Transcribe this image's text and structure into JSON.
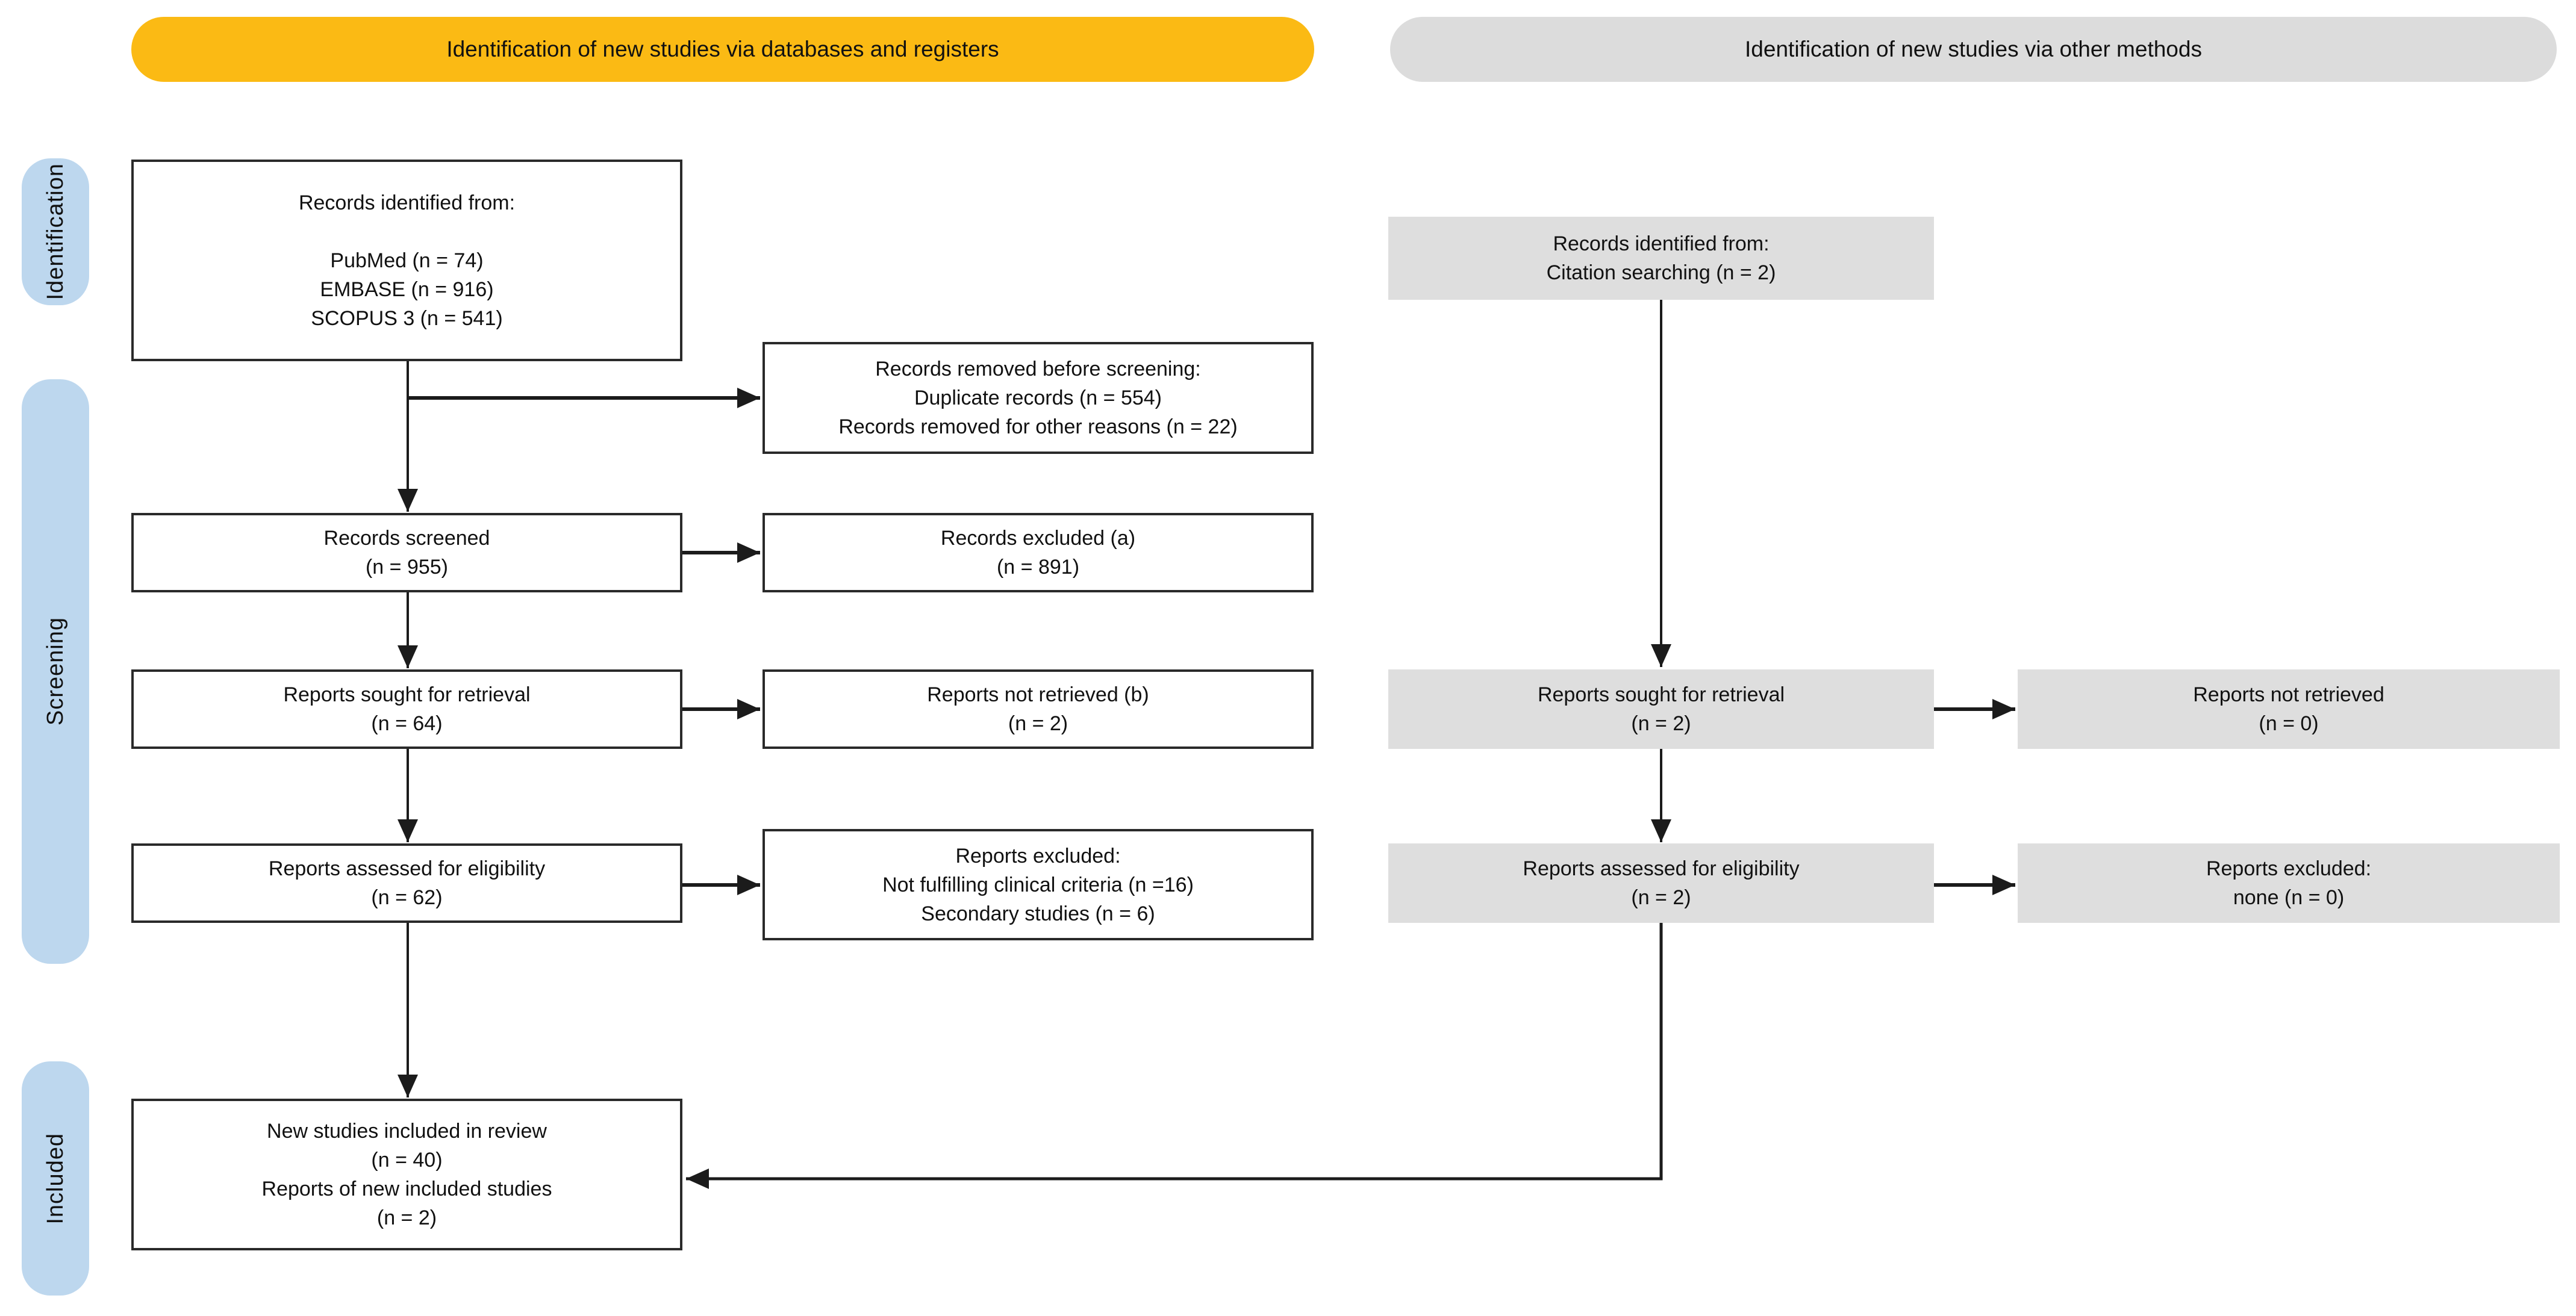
{
  "diagram": {
    "header_left": "Identification of new studies via databases and registers",
    "header_right": "Identification of new studies via other methods"
  },
  "stages": {
    "identification": "Identification",
    "screening": "Screening",
    "included": "Included"
  },
  "colors": {
    "header_left_bg": "#FBBA14",
    "header_right_bg": "#DCDCDC",
    "stage_bg": "#BDD7EE",
    "gray_box_bg": "#DEDEDE",
    "line": "#1B1B1B"
  },
  "boxes": {
    "records_identified": "Records identified from:\n\nPubMed (n = 74)\nEMBASE (n = 916)\nSCOPUS 3 (n = 541)",
    "records_removed": "Records removed before screening:\nDuplicate records (n = 554)\nRecords removed for other reasons (n = 22)",
    "records_screened": "Records screened\n(n = 955)",
    "records_excluded": "Records excluded (a)\n(n = 891)",
    "reports_sought": "Reports sought for retrieval\n(n = 64)",
    "reports_not_retrieved": "Reports not retrieved (b)\n(n = 2)",
    "reports_assessed": "Reports assessed for eligibility\n(n = 62)",
    "reports_excluded": "Reports excluded:\nNot fulfilling clinical criteria (n =16)\nSecondary studies (n = 6)",
    "new_studies_included": "New studies included in review\n(n = 40)\nReports of new included studies\n(n = 2)",
    "other_records_identified": "Records identified from:\nCitation searching (n = 2)",
    "other_reports_sought": "Reports sought for retrieval\n(n = 2)",
    "other_reports_not_retrieved": "Reports not retrieved\n(n = 0)",
    "other_reports_assessed": "Reports assessed for eligibility\n(n = 2)",
    "other_reports_excluded": "Reports excluded:\nnone (n = 0)"
  }
}
